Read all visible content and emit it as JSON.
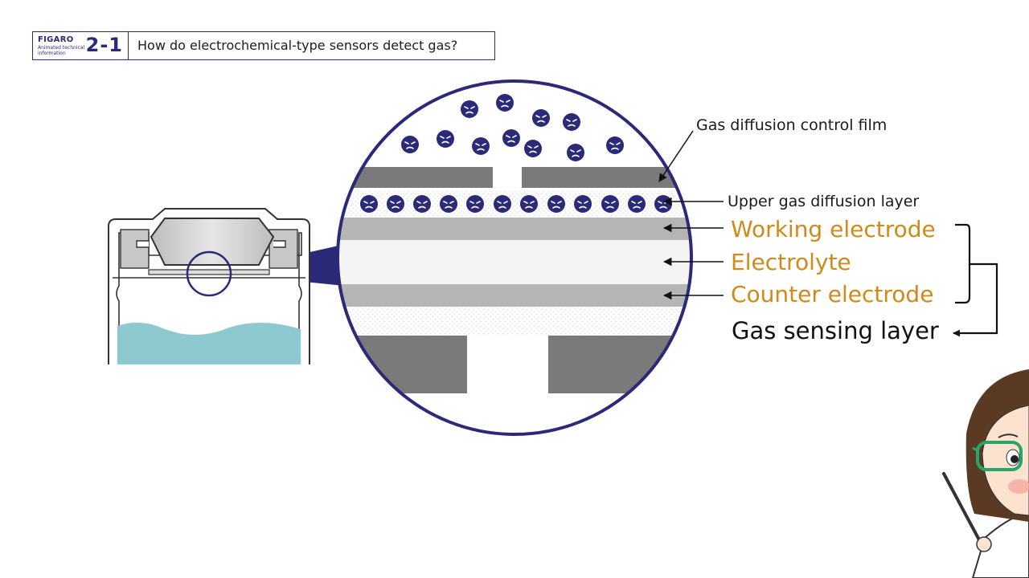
{
  "header": {
    "brand": "FIGARO",
    "subtitle": "Animated technical information",
    "number": "2-1",
    "title": "How do electrochemical-type sensors detect gas?"
  },
  "labels": {
    "film": "Gas diffusion control film",
    "upper_layer": "Upper gas diffusion layer",
    "working": "Working electrode",
    "electrolyte": "Electrolyte",
    "counter": "Counter electrode",
    "sensing": "Gas sensing layer"
  },
  "colors": {
    "navy": "#2b2a78",
    "orange": "#d08a1a",
    "dark_gray": "#7a7a7a",
    "light_gray": "#b5b5b5",
    "water": "#8ec9cf"
  },
  "molecule_icon": "frowning-face-icon"
}
